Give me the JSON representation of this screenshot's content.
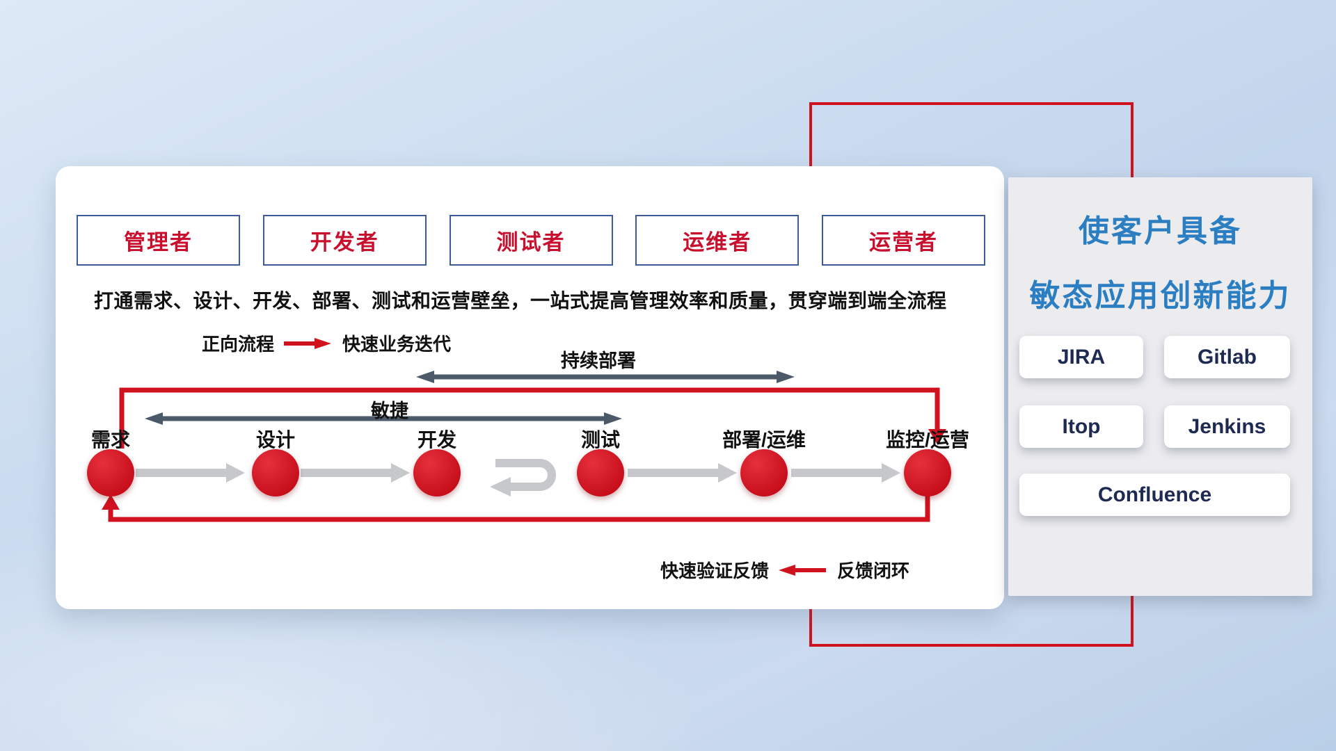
{
  "roles": [
    {
      "label": "管理者"
    },
    {
      "label": "开发者"
    },
    {
      "label": "测试者"
    },
    {
      "label": "运维者"
    },
    {
      "label": "运营者"
    }
  ],
  "subtitle": "打通需求、设计、开发、部署、测试和运营壁垒，一站式提高管理效率和质量，贯穿端到端全流程",
  "legend_forward": {
    "label": "正向流程",
    "desc": "快速业务迭代"
  },
  "legend_feedback": {
    "desc": "快速验证反馈",
    "label": "反馈闭环"
  },
  "flow": {
    "stages": [
      "需求",
      "设计",
      "开发",
      "测试",
      "部署/运维",
      "监控/运营"
    ],
    "agile_label": "敏捷",
    "cd_label": "持续部署"
  },
  "right_panel": {
    "title_line1": "使客户具备",
    "title_line2": "敏态应用创新能力",
    "tools": [
      "JIRA",
      "Gitlab",
      "Itop",
      "Jenkins",
      "Confluence"
    ]
  },
  "colors": {
    "red": "#d0121f",
    "role_text": "#c8102e",
    "role_border": "#3d5a99",
    "blue_title": "#2b7ec1",
    "navy_button_text": "#1e2a52",
    "slate_arrow": "#4c5968",
    "gray_arrow": "#c6c8cc"
  }
}
